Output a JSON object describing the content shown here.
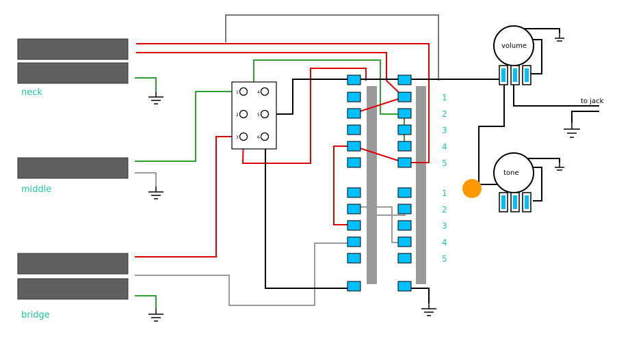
{
  "pickups": {
    "neck": "neck",
    "middle": "middle",
    "bridge": "bridge"
  },
  "pots": {
    "volume": "volume",
    "tone": "tone"
  },
  "output_label": "to jack",
  "switch_pins": [
    "1",
    "2",
    "3",
    "4",
    "5",
    "6"
  ],
  "position_numbers_top": [
    "1",
    "2",
    "3",
    "4",
    "5"
  ],
  "position_numbers_bottom": [
    "1",
    "2",
    "3",
    "4",
    "5"
  ],
  "colors": {
    "pickup_body": "#606060",
    "lug": "#00bfff",
    "bar": "#9a9a9a",
    "wire_red": "#e00000",
    "wire_green": "#2ea02e",
    "wire_black": "#000000",
    "wire_gray": "#999999",
    "label_green": "#1ec8a0",
    "capacitor": "#ff9900"
  }
}
